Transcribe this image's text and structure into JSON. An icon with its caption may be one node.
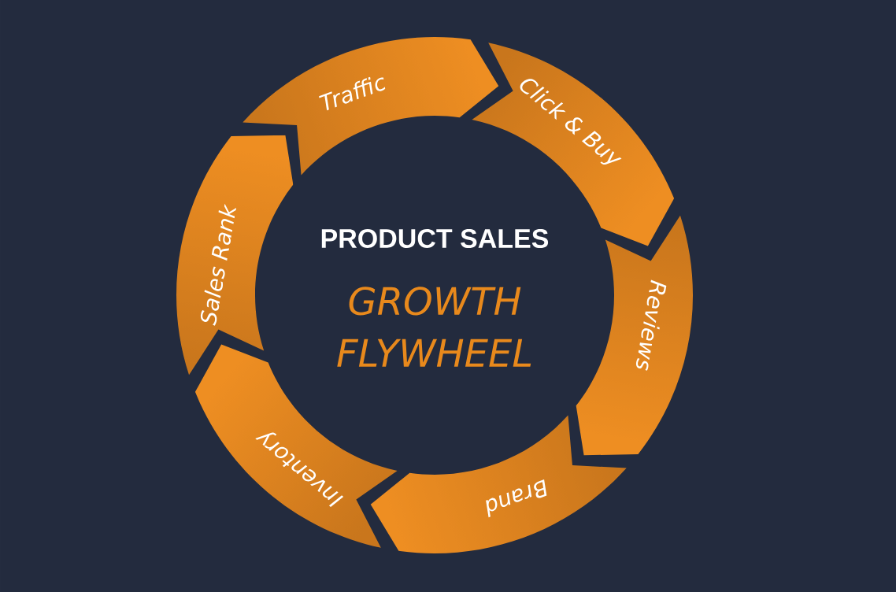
{
  "diagram": {
    "nodes": [
      {
        "text": [
          "Traffic"
        ]
      },
      {
        "text": [
          "Click & Buy"
        ]
      },
      {
        "text": [
          "Reviews"
        ]
      },
      {
        "text": [
          "Brand"
        ]
      },
      {
        "text": [
          "Inventory"
        ]
      },
      {
        "text": [
          "Sales Rank"
        ]
      }
    ],
    "labels": [
      "PRODUCT SALES",
      "GROWTH FLYWHEEL"
    ]
  }
}
